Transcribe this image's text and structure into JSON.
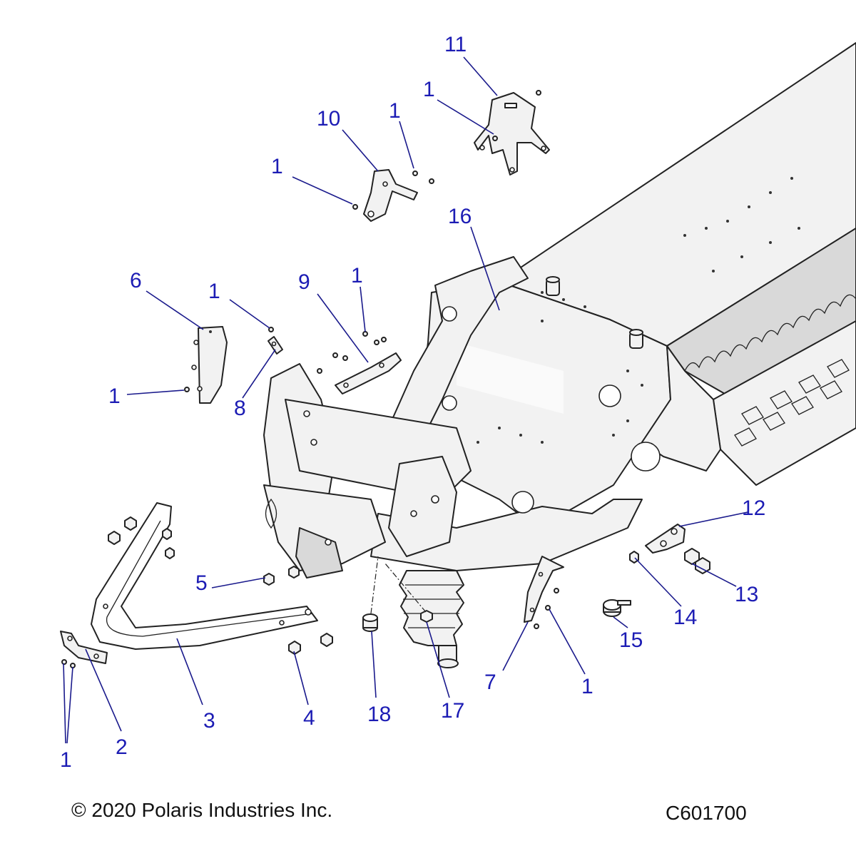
{
  "diagram": {
    "callouts": [
      {
        "id": "c11",
        "label": "11"
      },
      {
        "id": "c1a",
        "label": "1"
      },
      {
        "id": "c10",
        "label": "10"
      },
      {
        "id": "c1b",
        "label": "1"
      },
      {
        "id": "c1c",
        "label": "1"
      },
      {
        "id": "c16",
        "label": "16"
      },
      {
        "id": "c6",
        "label": "6"
      },
      {
        "id": "c1d",
        "label": "1"
      },
      {
        "id": "c9",
        "label": "9"
      },
      {
        "id": "c1e",
        "label": "1"
      },
      {
        "id": "c1f",
        "label": "1"
      },
      {
        "id": "c8",
        "label": "8"
      },
      {
        "id": "c12",
        "label": "12"
      },
      {
        "id": "c5",
        "label": "5"
      },
      {
        "id": "c13",
        "label": "13"
      },
      {
        "id": "c14",
        "label": "14"
      },
      {
        "id": "c15",
        "label": "15"
      },
      {
        "id": "c7",
        "label": "7"
      },
      {
        "id": "c1g",
        "label": "1"
      },
      {
        "id": "c3",
        "label": "3"
      },
      {
        "id": "c4",
        "label": "4"
      },
      {
        "id": "c18",
        "label": "18"
      },
      {
        "id": "c17",
        "label": "17"
      },
      {
        "id": "c2",
        "label": "2"
      },
      {
        "id": "c1h",
        "label": "1"
      }
    ]
  },
  "footer": {
    "copyright": "© 2020 Polaris Industries Inc.",
    "drawing_code": "C601700"
  },
  "colors": {
    "callout": "#1c1cb4",
    "line_art": "#222222",
    "background": "#ffffff"
  }
}
